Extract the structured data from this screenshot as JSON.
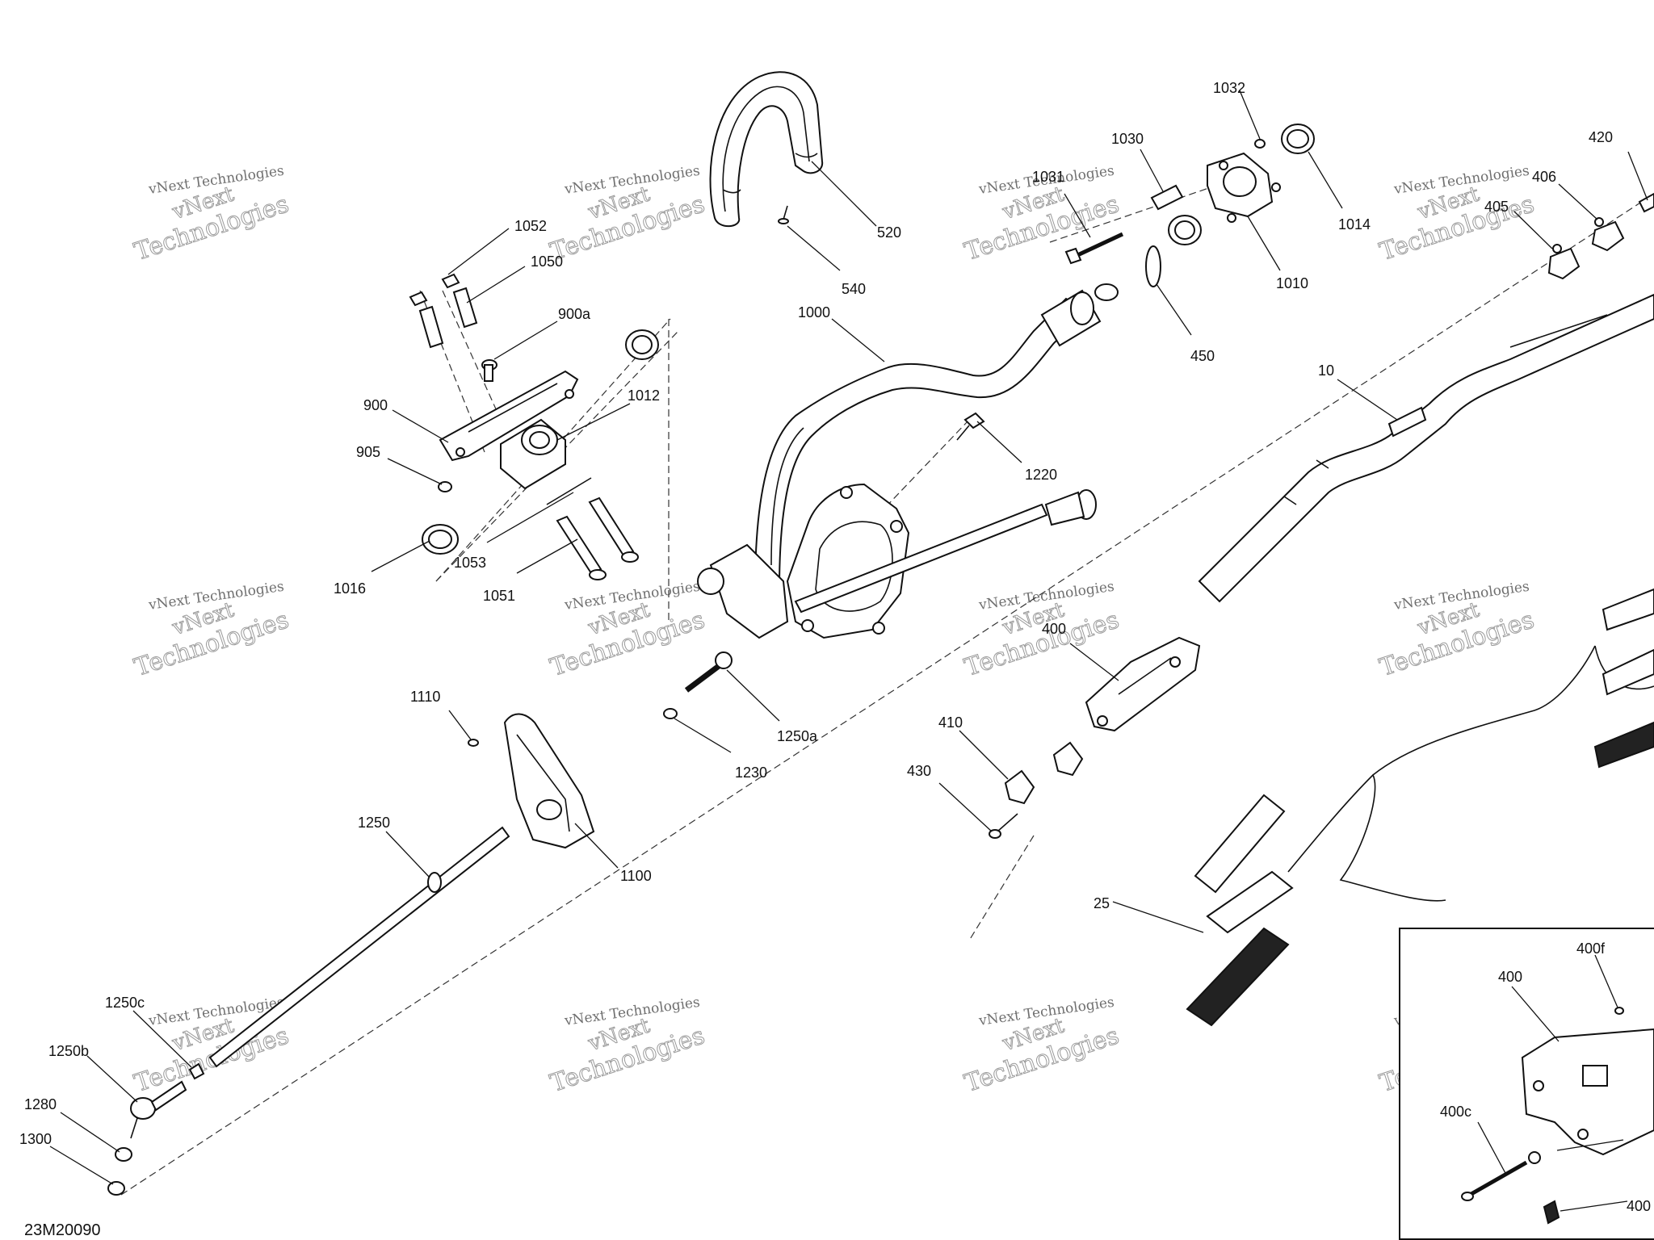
{
  "drawing_id": "23M20090",
  "watermark": {
    "line1": "vNext",
    "line2": "Technologies",
    "small": "vNext Technologies"
  },
  "callouts": [
    {
      "id": "c520",
      "label": "520"
    },
    {
      "id": "c540",
      "label": "540"
    },
    {
      "id": "c1052",
      "label": "1052"
    },
    {
      "id": "c1050",
      "label": "1050"
    },
    {
      "id": "c900a",
      "label": "900a"
    },
    {
      "id": "c900",
      "label": "900"
    },
    {
      "id": "c1012",
      "label": "1012"
    },
    {
      "id": "c905",
      "label": "905"
    },
    {
      "id": "c1016",
      "label": "1016"
    },
    {
      "id": "c1053",
      "label": "1053"
    },
    {
      "id": "c1051",
      "label": "1051"
    },
    {
      "id": "c1000",
      "label": "1000"
    },
    {
      "id": "c1220",
      "label": "1220"
    },
    {
      "id": "c1032",
      "label": "1032"
    },
    {
      "id": "c1030",
      "label": "1030"
    },
    {
      "id": "c1031",
      "label": "1031"
    },
    {
      "id": "c1014",
      "label": "1014"
    },
    {
      "id": "c1010",
      "label": "1010"
    },
    {
      "id": "c450",
      "label": "450"
    },
    {
      "id": "c420",
      "label": "420"
    },
    {
      "id": "c406",
      "label": "406"
    },
    {
      "id": "c405",
      "label": "405"
    },
    {
      "id": "c10",
      "label": "10"
    },
    {
      "id": "c400",
      "label": "400"
    },
    {
      "id": "c410",
      "label": "410"
    },
    {
      "id": "c430",
      "label": "430"
    },
    {
      "id": "c1110",
      "label": "1110"
    },
    {
      "id": "c1250a",
      "label": "1250a"
    },
    {
      "id": "c1230",
      "label": "1230"
    },
    {
      "id": "c1250",
      "label": "1250"
    },
    {
      "id": "c1100",
      "label": "1100"
    },
    {
      "id": "c25",
      "label": "25"
    },
    {
      "id": "c1250c",
      "label": "1250c"
    },
    {
      "id": "c1250b",
      "label": "1250b"
    },
    {
      "id": "c1280",
      "label": "1280"
    },
    {
      "id": "c1300",
      "label": "1300"
    },
    {
      "id": "c400f",
      "label": "400f"
    },
    {
      "id": "c400d",
      "label": "400"
    },
    {
      "id": "c400c",
      "label": "400c"
    },
    {
      "id": "c400e",
      "label": "400"
    }
  ]
}
